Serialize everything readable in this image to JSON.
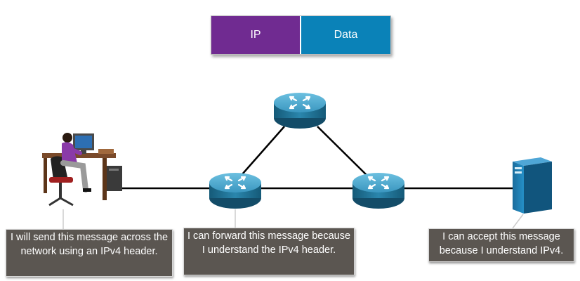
{
  "colors": {
    "ip_segment": "#702b91",
    "data_segment": "#0a82b8",
    "callout_bg": "#5b5651",
    "router_body": "#1f6f93",
    "router_top": "#4aa6cc",
    "server_body": "#1b74a8"
  },
  "packet": {
    "ip_label": "IP",
    "data_label": "Data"
  },
  "nodes": {
    "pc": {
      "icon": "user-workstation-icon"
    },
    "router_top": {
      "icon": "router-icon"
    },
    "router_left": {
      "icon": "router-icon"
    },
    "router_right": {
      "icon": "router-icon"
    },
    "server": {
      "icon": "server-icon"
    }
  },
  "callouts": {
    "pc": "I will send this message across the network using an IPv4 header.",
    "router": "I can forward this message because I understand the IPv4 header.",
    "server": "I can accept this message because I understand IPv4."
  }
}
